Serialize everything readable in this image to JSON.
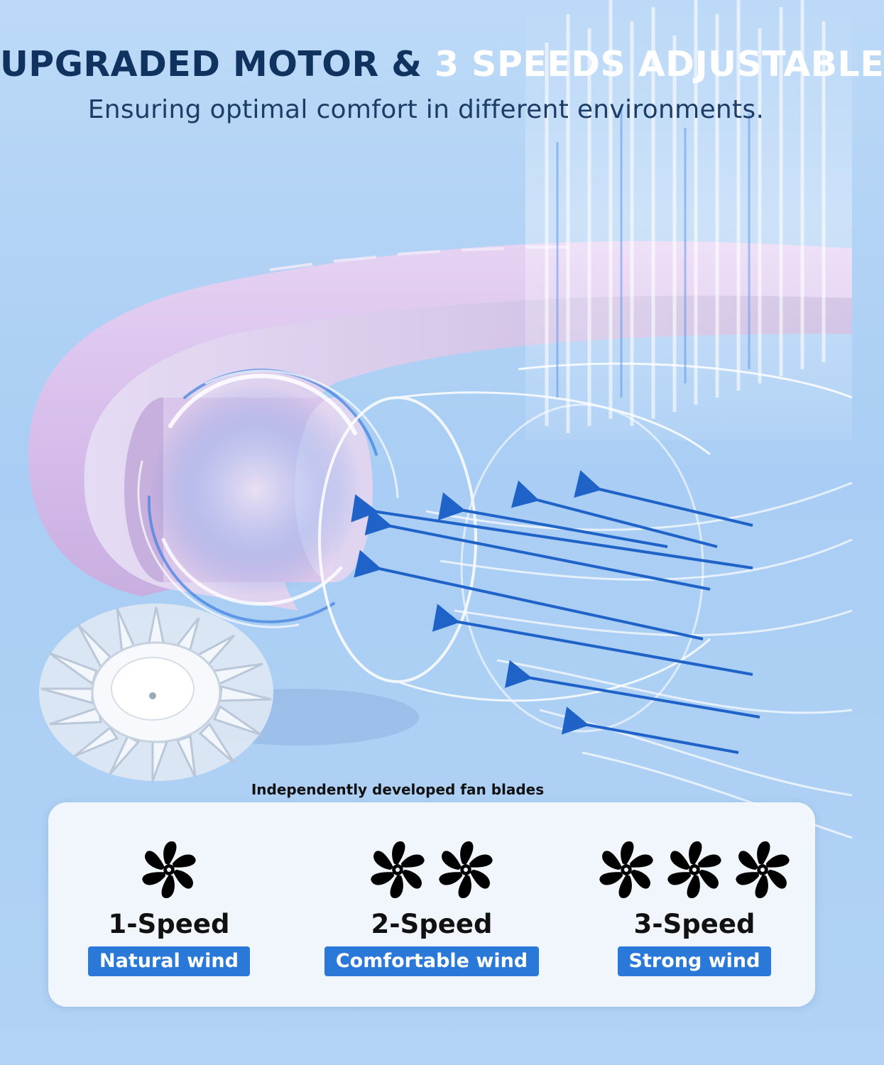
{
  "header": {
    "title_part1": "UPGRADED MOTOR & ",
    "title_part2": "3 SPEEDS ADJUSTABLE",
    "subtitle": "Ensuring optimal comfort in different environments."
  },
  "image": {
    "caption": "Independently developed fan blades"
  },
  "speeds": [
    {
      "label": "1-Speed",
      "description": "Natural wind",
      "fan_count": 1,
      "icon": "fan-icon"
    },
    {
      "label": "2-Speed",
      "description": "Comfortable wind",
      "fan_count": 2,
      "icon": "fan-icon"
    },
    {
      "label": "3-Speed",
      "description": "Strong wind",
      "fan_count": 3,
      "icon": "fan-icon"
    }
  ],
  "colors": {
    "title_dark": "#10325f",
    "title_light": "#ffffff",
    "badge": "#2a78d8",
    "product": "#d9c3ec",
    "arrows": "#1f63c9"
  }
}
